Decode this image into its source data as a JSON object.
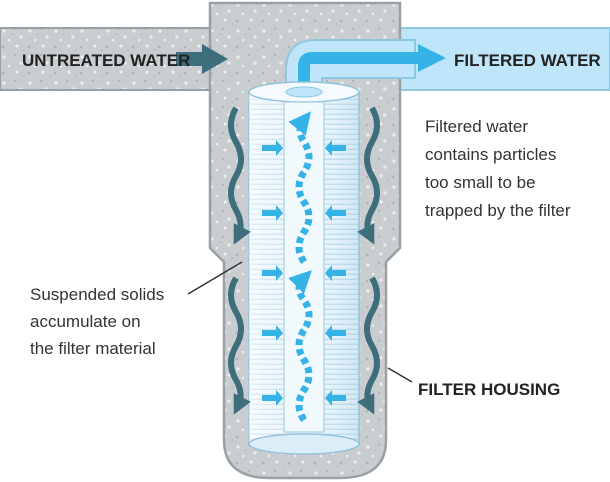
{
  "labels": {
    "inlet": "UNTREATED WATER",
    "outlet": "FILTERED WATER",
    "housing": "FILTER HOUSING"
  },
  "notes": {
    "filtered_lines": [
      "Filtered water",
      "contains particles",
      "too small to be",
      "trapped by the filter"
    ],
    "solids_lines": [
      "Suspended solids",
      "accumulate on",
      "the filter material"
    ]
  },
  "colors": {
    "housing_fill": "#c9cdd0",
    "housing_stroke": "#9aa1a6",
    "pipe_inlet": "#cfd3d6",
    "pipe_outlet": "#bfe6f8",
    "flow_dirty": "#3e6d7c",
    "flow_clean": "#36b3e6",
    "cartridge": "#e9f4fb",
    "text": "#222222"
  },
  "icons": [
    "inlet-arrow-icon",
    "outlet-arrow-icon",
    "flow-arrow-icon",
    "leader-line"
  ]
}
